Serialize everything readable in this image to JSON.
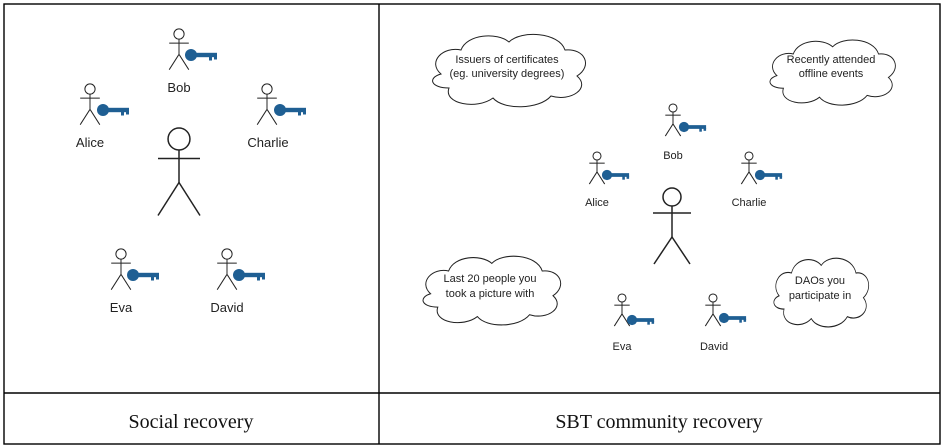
{
  "panels": {
    "left": {
      "caption": "Social recovery",
      "people": {
        "bob": "Bob",
        "alice": "Alice",
        "charlie": "Charlie",
        "eva": "Eva",
        "david": "David"
      }
    },
    "right": {
      "caption": "SBT community recovery",
      "people": {
        "bob": "Bob",
        "alice": "Alice",
        "charlie": "Charlie",
        "eva": "Eva",
        "david": "David"
      },
      "clouds": {
        "certificates": [
          "Issuers of certificates",
          "(eg. university degrees)"
        ],
        "events": [
          "Recently attended",
          "offline events"
        ],
        "pictures": [
          "Last 20 people you",
          "took a picture with"
        ],
        "daos": [
          "DAOs you",
          "participate in"
        ]
      }
    }
  },
  "colors": {
    "key": "#1f5f93",
    "stroke": "#222222",
    "border": "#000000"
  },
  "icons": {
    "person": "person-icon",
    "key": "key-icon",
    "cloud": "cloud-shape"
  }
}
